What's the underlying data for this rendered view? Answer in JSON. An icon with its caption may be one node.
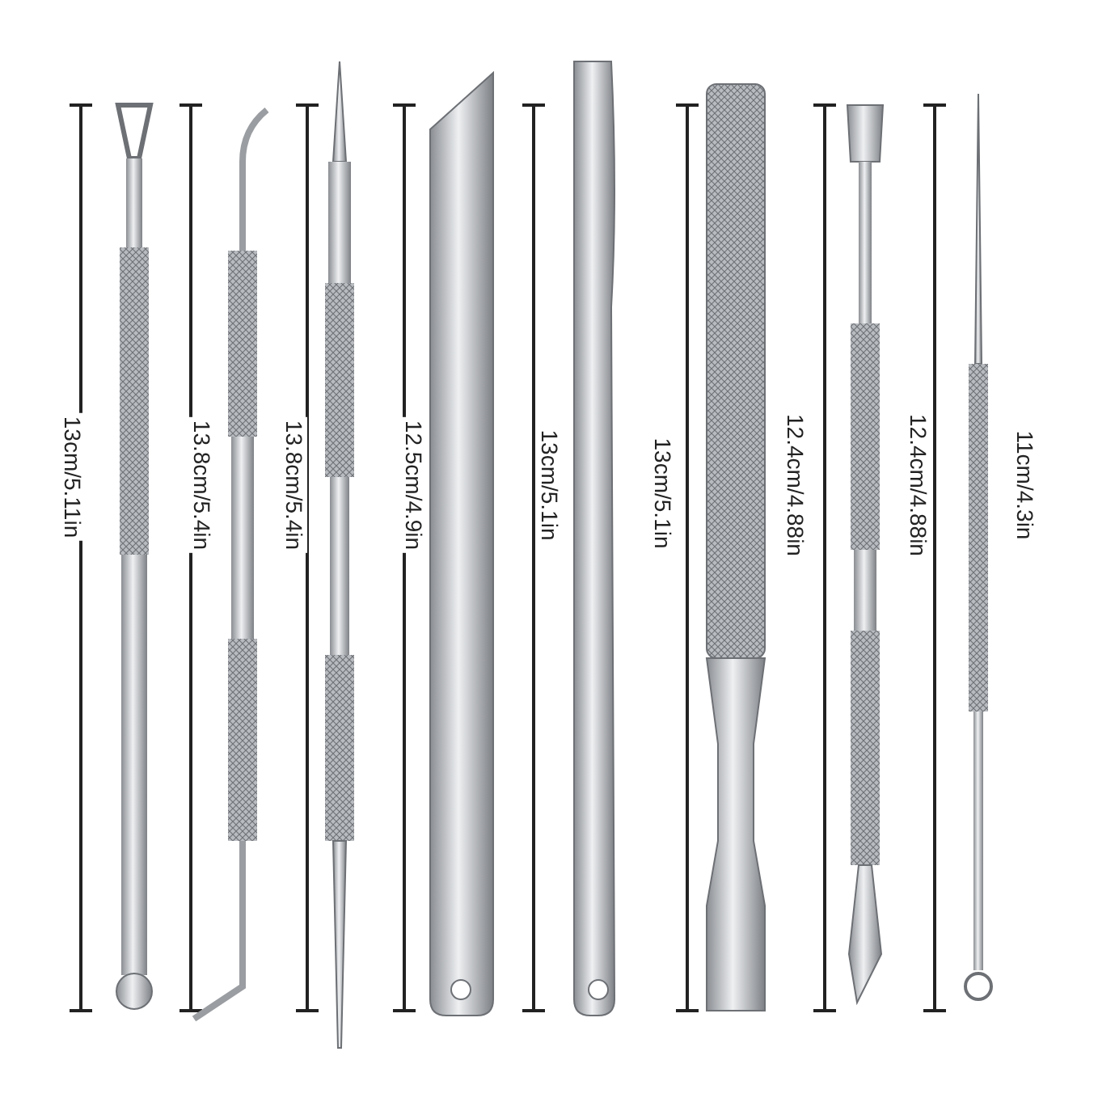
{
  "diagram": {
    "labels": [
      "13cm/5.11in",
      "13.8cm/5.4in",
      "13.8cm/5.4in",
      "12.5cm/4.9in",
      "13cm/5.1in",
      "13cm/5.1in",
      "12.4cm/4.88in",
      "12.4cm/4.88in",
      "11cm/4.3in"
    ]
  }
}
